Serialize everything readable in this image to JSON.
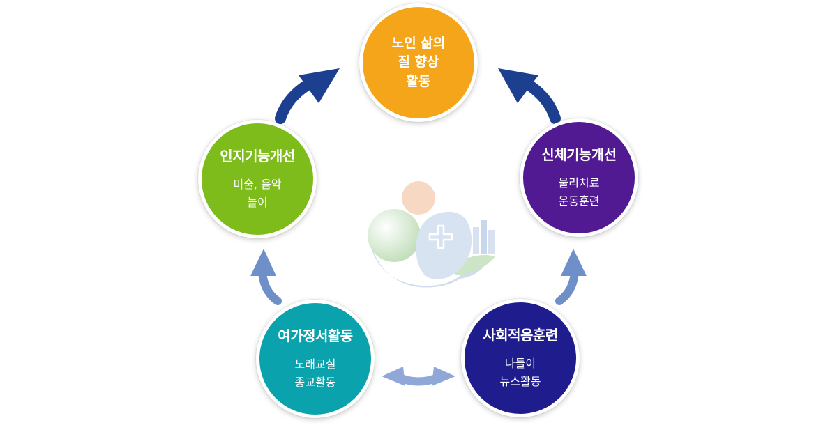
{
  "center": {
    "lines": [
      "노인 삶의",
      "질 향상",
      "활동"
    ],
    "color": "#f5a519"
  },
  "nodes": {
    "cognitive": {
      "title": "인지기능개선",
      "sub": [
        "미술, 음악",
        "놀이"
      ],
      "color": "#7dbc1a"
    },
    "physical": {
      "title": "신체기능개선",
      "sub": [
        "물리치료",
        "운동훈련"
      ],
      "color": "#511a93"
    },
    "leisure": {
      "title": "여가정서활동",
      "sub": [
        "노래교실",
        "종교활동"
      ],
      "color": "#0aa3ad"
    },
    "social": {
      "title": "사회적응훈련",
      "sub": [
        "나들이",
        "뉴스활동"
      ],
      "color": "#1f1c8e"
    }
  },
  "colors": {
    "arrow_dark": "#1c3f8f",
    "arrow_light": "#6f8fc9",
    "arrow_pale": "#8fa8d8"
  }
}
